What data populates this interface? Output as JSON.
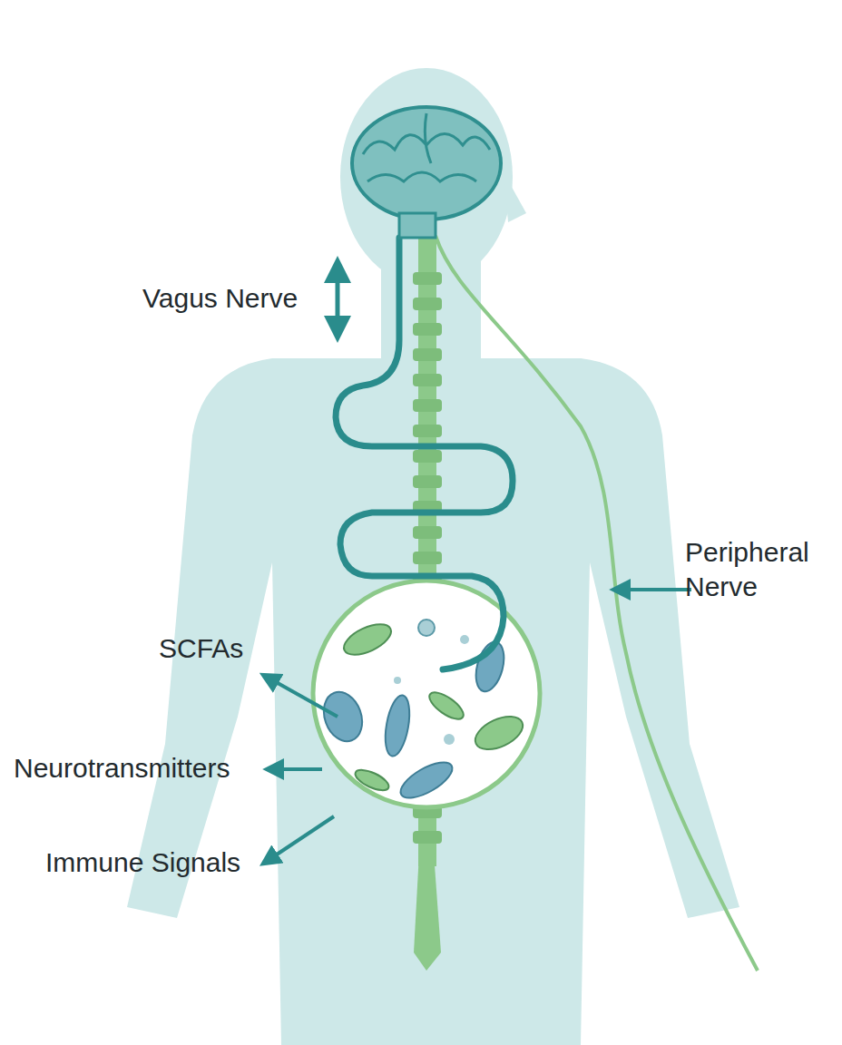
{
  "diagram": {
    "labels": [
      "Vagus Nerve",
      "Peripheral Nerve",
      "SCFAs",
      "Neurotransmitters",
      "Immune Signals"
    ]
  }
}
